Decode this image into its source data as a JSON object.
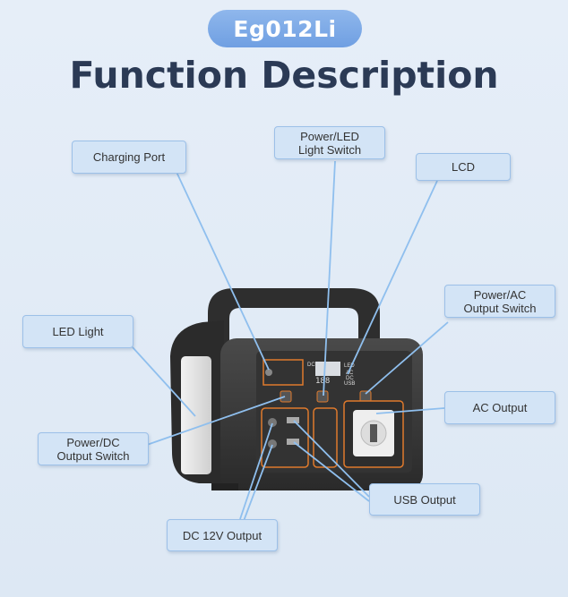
{
  "badge": "Eg012Li",
  "title": "Function Description",
  "labels": {
    "charging_port": "Charging Port",
    "power_led_switch": "Power/LED\nLight Switch",
    "lcd": "LCD",
    "power_ac_switch": "Power/AC\nOutput Switch",
    "led_light": "LED Light",
    "ac_output": "AC Output",
    "power_dc_switch": "Power/DC\nOutput Switch",
    "usb_output": "USB Output",
    "dc_12v_output": "DC 12V Output"
  },
  "device_text": {
    "lcd_digits": "188",
    "dc": "DC",
    "led": "LED",
    "ac": "AC",
    "usb": "USB"
  },
  "colors": {
    "accent": "#7aa8e6",
    "device_body": "#3a3a3a",
    "device_trim": "#e07a2c",
    "leader_line": "#8fbfee"
  }
}
